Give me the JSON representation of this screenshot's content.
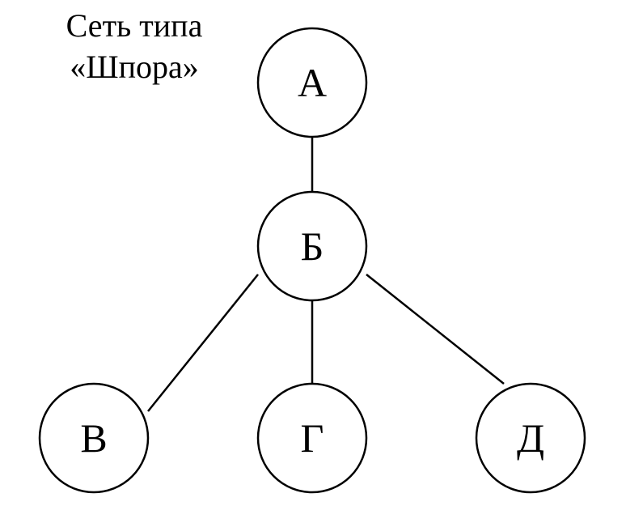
{
  "title": {
    "line1": "Сеть типа",
    "line2": "«Шпора»"
  },
  "nodes": {
    "a": "А",
    "b": "Б",
    "v": "В",
    "g": "Г",
    "d": "Д"
  },
  "colors": {
    "stroke": "#000000",
    "fill": "#ffffff",
    "text": "#000000"
  }
}
